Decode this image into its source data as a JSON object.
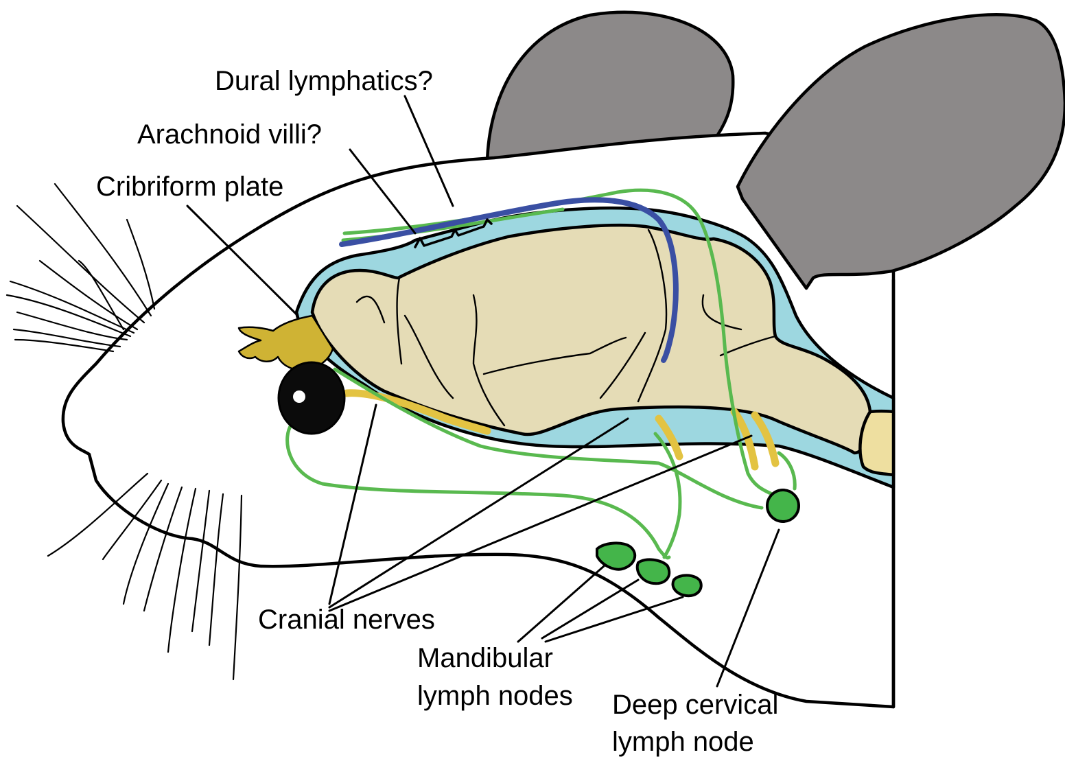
{
  "colors": {
    "lymphatic_green": "#59b94f",
    "node_green": "#44b54a",
    "dural_blue": "#3a4fa3",
    "csf_blue": "#9dd7e0",
    "brain_tan": "#e5dcb6",
    "nerve_yellow": "#e3c342",
    "olfactory_gold": "#cfb334",
    "ear_gray": "#8c8989",
    "outline": "#000000"
  },
  "labels": {
    "dural_lymphatics": "Dural lymphatics?",
    "arachnoid_villi": "Arachnoid villi?",
    "cribriform_plate": "Cribriform plate",
    "cranial_nerves": "Cranial nerves",
    "mandibular_line1": "Mandibular",
    "mandibular_line2": "lymph nodes",
    "deep_cervical_line1": "Deep cervical",
    "deep_cervical_line2": "lymph node"
  },
  "icons": {
    "eye": "eye-icon",
    "ear": "ear-icon",
    "lymph_node": "lymph-node-icon"
  }
}
